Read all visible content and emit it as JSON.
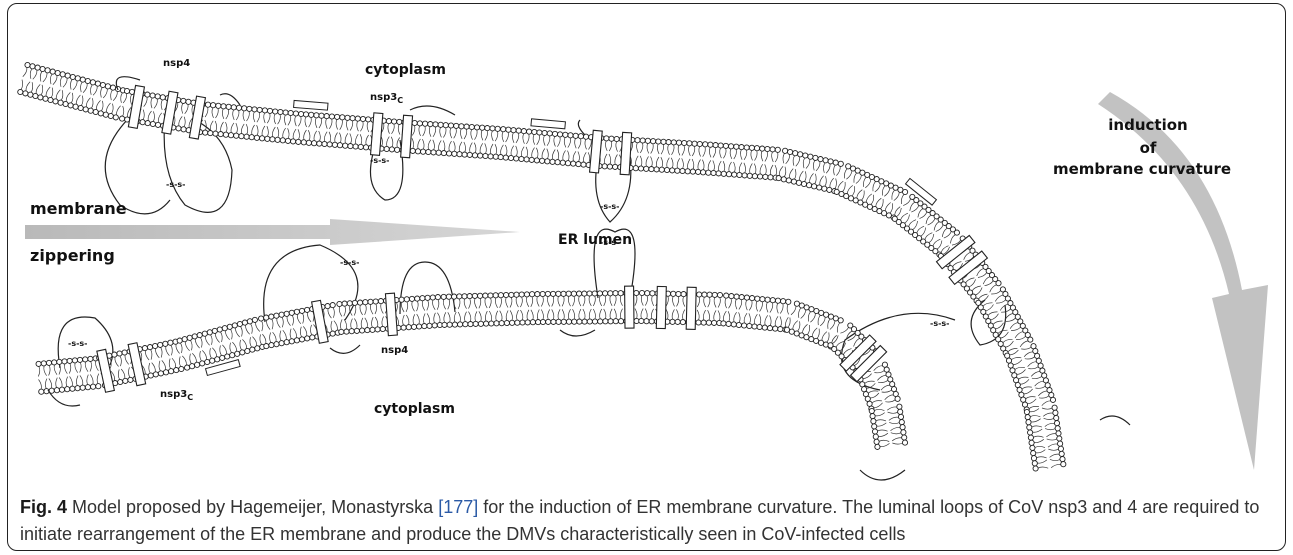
{
  "labels": {
    "cytoplasm_top": "cytoplasm",
    "cytoplasm_bottom": "cytoplasm",
    "er_lumen": "ER lumen",
    "membrane_zippering_1": "membrane",
    "membrane_zippering_2": "zippering",
    "curvature_1": "induction",
    "curvature_2": "of",
    "curvature_3": "membrane curvature",
    "nsp4_top": "nsp4",
    "nsp3c_top": "nsp3",
    "nsp3c_top_sub": "C",
    "nsp4_bottom": "nsp4",
    "nsp3c_bottom": "nsp3",
    "nsp3c_bottom_sub": "C",
    "disulfide": "-s-s-"
  },
  "caption": {
    "fig_label": "Fig. 4",
    "text_1": " Model proposed by Hagemeijer, Monastyrska ",
    "ref": "[177]",
    "text_2": " for the induction of ER membrane curvature. The luminal loops of CoV nsp3 and 4 are required to initiate rearrangement of the ER membrane and produce the DMVs characteristically seen in CoV-infected cells"
  }
}
